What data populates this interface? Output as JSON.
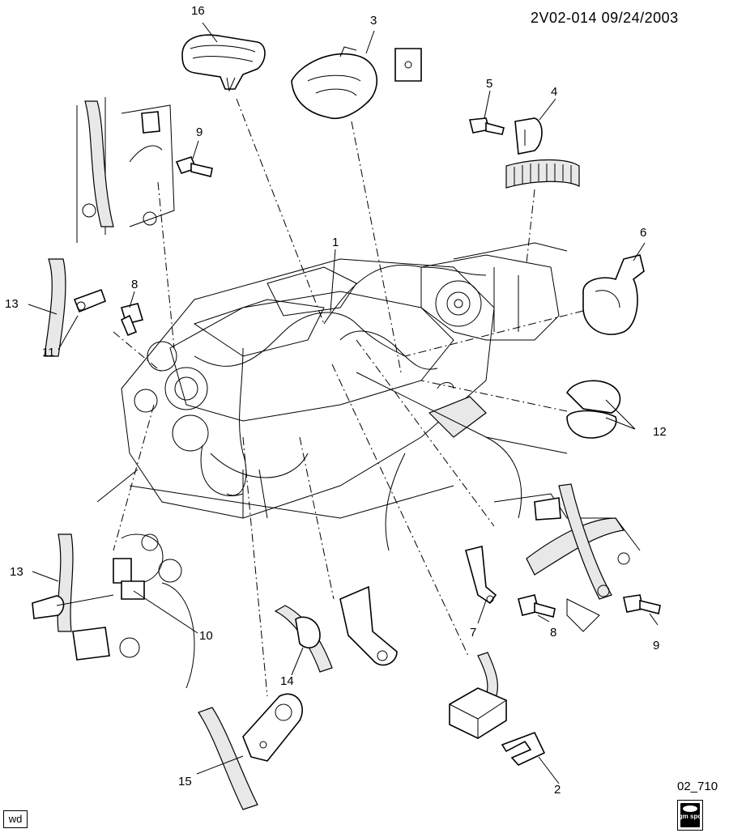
{
  "header": {
    "doc_code": "2V02-014",
    "date": "09/24/2003"
  },
  "footer": {
    "figure_code": "02_710",
    "wd_label": "wd",
    "logo_text": "gm spo"
  },
  "callouts": [
    {
      "id": "c1",
      "label": "1"
    },
    {
      "id": "c2",
      "label": "2"
    },
    {
      "id": "c3",
      "label": "3"
    },
    {
      "id": "c4",
      "label": "4"
    },
    {
      "id": "c5",
      "label": "5"
    },
    {
      "id": "c6",
      "label": "6"
    },
    {
      "id": "c7",
      "label": "7"
    },
    {
      "id": "c8a",
      "label": "8"
    },
    {
      "id": "c8b",
      "label": "8"
    },
    {
      "id": "c9a",
      "label": "9"
    },
    {
      "id": "c9b",
      "label": "9"
    },
    {
      "id": "c10",
      "label": "10"
    },
    {
      "id": "c11",
      "label": "11"
    },
    {
      "id": "c12",
      "label": "12"
    },
    {
      "id": "c13a",
      "label": "13"
    },
    {
      "id": "c13b",
      "label": "13"
    },
    {
      "id": "c14",
      "label": "14"
    },
    {
      "id": "c15",
      "label": "15"
    },
    {
      "id": "c16",
      "label": "16"
    }
  ]
}
